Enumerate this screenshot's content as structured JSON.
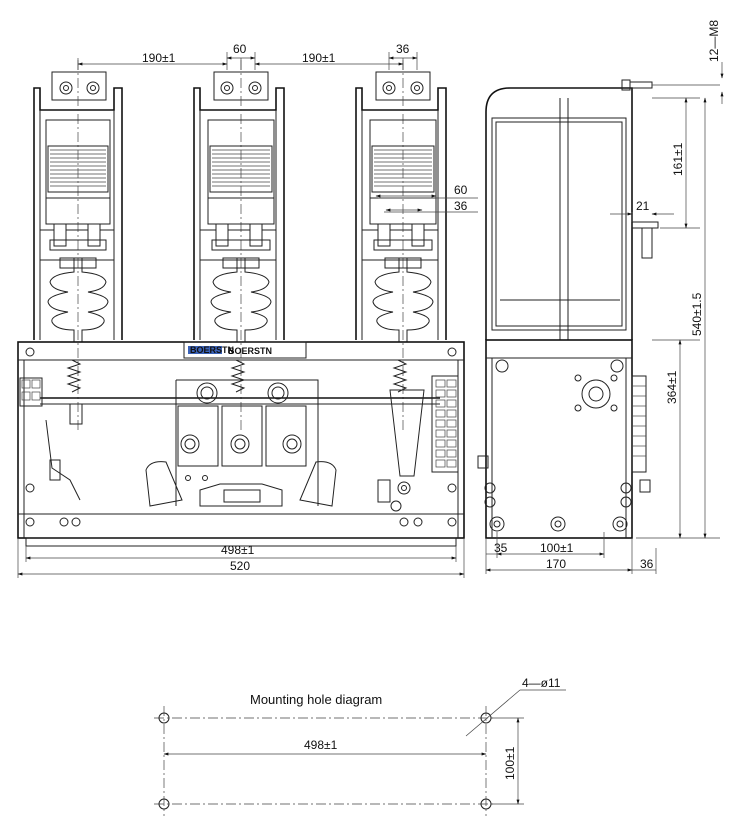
{
  "front_view": {
    "dim_pitch_left": "190±1",
    "dim_terminal_center": "60",
    "dim_pitch_right": "190±1",
    "dim_terminal_width": "36",
    "dim_contact_60": "60",
    "dim_contact_36": "36",
    "dim_mount_spacing": "498±1",
    "dim_overall_width": "520",
    "nameplate_brand": "BOERSTN",
    "nameplate_logo": "BOERSTN"
  },
  "side_view": {
    "dim_thread": "12—M8",
    "dim_upper": "161±1",
    "dim_21": "21",
    "dim_total_height": "540±1.5",
    "dim_base_height": "364±1",
    "dim_35": "35",
    "dim_100": "100±1",
    "dim_170": "170",
    "dim_36": "36"
  },
  "mounting_diagram": {
    "title": "Mounting hole diagram",
    "hole_spec": "4—ø11",
    "dim_horizontal": "498±1",
    "dim_vertical": "100±1"
  }
}
